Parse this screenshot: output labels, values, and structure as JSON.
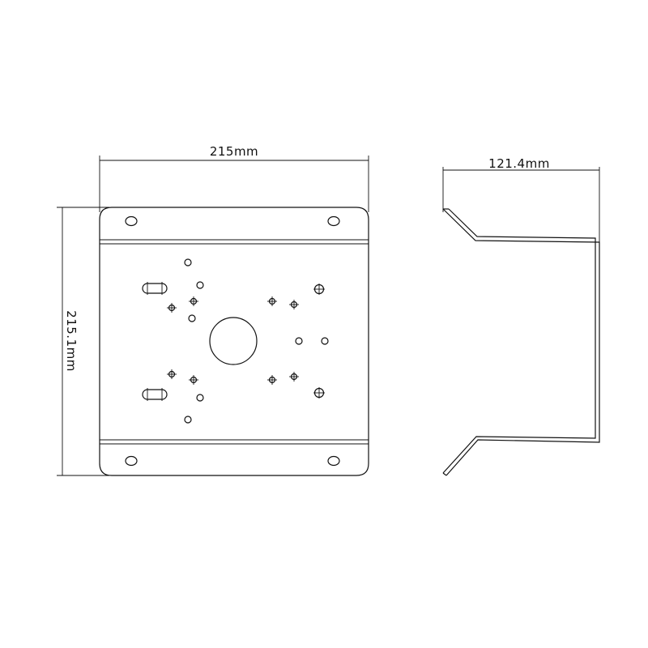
{
  "front_view": {
    "width_label": "215mm",
    "height_label": "215.1mm"
  },
  "side_view": {
    "depth_label": "121.4mm"
  },
  "colors": {
    "line": "#111111",
    "background": "#ffffff"
  }
}
